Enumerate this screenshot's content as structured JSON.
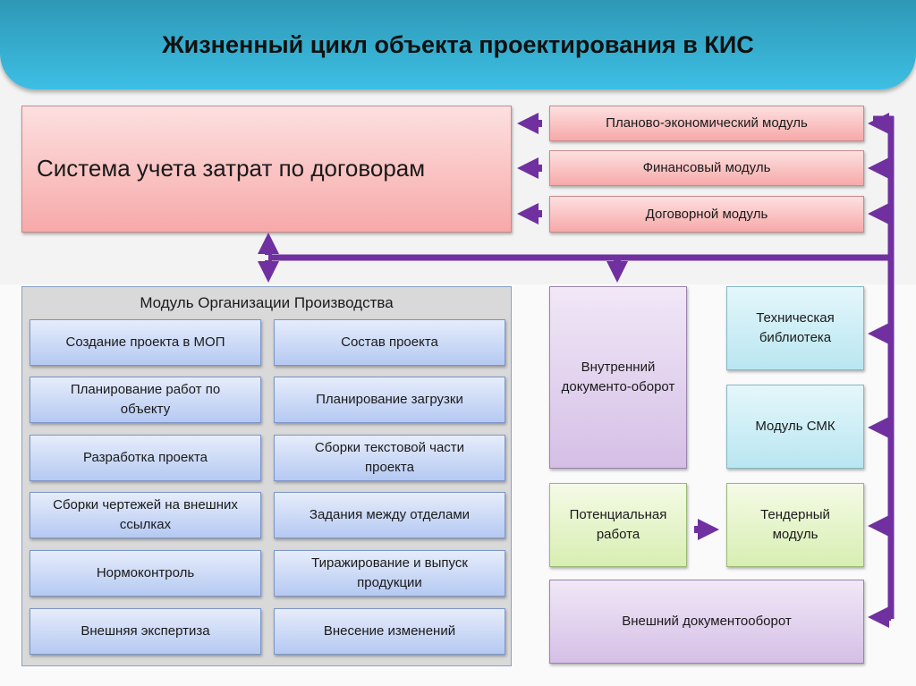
{
  "title": "Жизненный цикл объекта проектирования в КИС",
  "main_system": "Система учета затрат по договорам",
  "modules": [
    "Планово-экономический модуль",
    "Финансовый модуль",
    "Договорной модуль"
  ],
  "mop": {
    "title": "Модуль Организации Производства",
    "items": [
      "Создание проекта в МОП",
      "Состав проекта",
      "Планирование работ по объекту",
      "Планирование загрузки",
      "Разработка проекта",
      "Сборки текстовой части проекта",
      "Сборки чертежей на внешних ссылках",
      "Задания между отделами",
      "Нормоконтроль",
      "Тиражирование и выпуск продукции",
      "Внешняя экспертиза",
      "Внесение изменений"
    ]
  },
  "internal_docflow": "Внутренний документо-оборот",
  "tech_library": "Техническая библиотека",
  "smk": "Модуль СМК",
  "potential": "Потенциальная работа",
  "tender": "Тендерный модуль",
  "external_docflow": "Внешний документооборот",
  "colors": {
    "arrow": "#7030a0",
    "header": "#3dbfe3"
  }
}
